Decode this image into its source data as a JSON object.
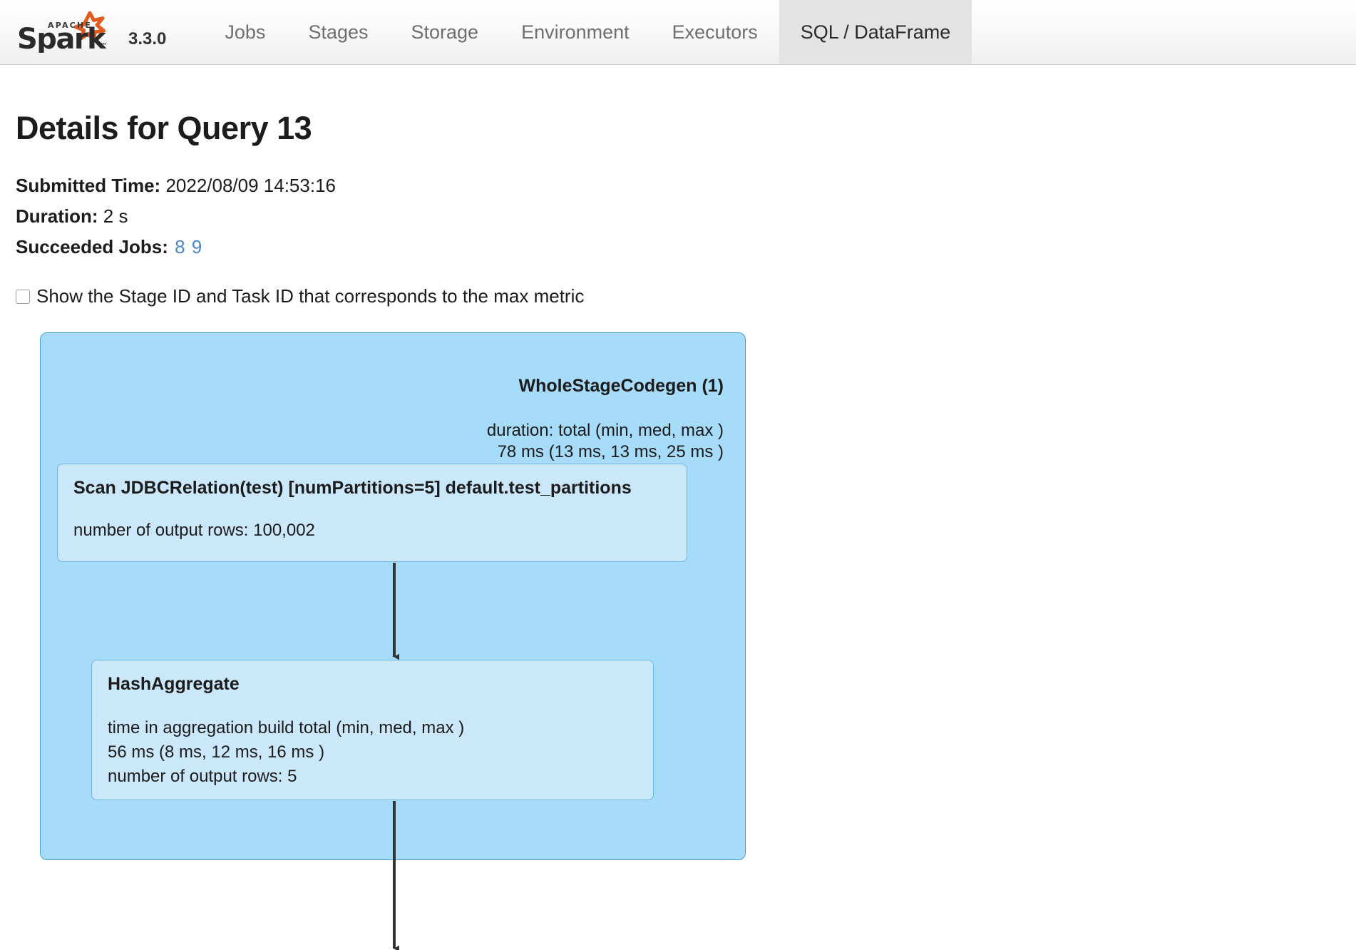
{
  "navbar": {
    "brand": {
      "logo_name": "apache-spark-logo",
      "logo_text_top": "APACHE",
      "logo_text_main": "Spark",
      "version": "3.3.0"
    },
    "tabs": [
      {
        "label": "Jobs",
        "active": false
      },
      {
        "label": "Stages",
        "active": false
      },
      {
        "label": "Storage",
        "active": false
      },
      {
        "label": "Environment",
        "active": false
      },
      {
        "label": "Executors",
        "active": false
      },
      {
        "label": "SQL / DataFrame",
        "active": true
      }
    ]
  },
  "page": {
    "title": "Details for Query 13",
    "submitted_label": "Submitted Time:",
    "submitted_value": "2022/08/09 14:53:16",
    "duration_label": "Duration:",
    "duration_value": "2 s",
    "jobs_label": "Succeeded Jobs:",
    "jobs": [
      "8",
      "9"
    ],
    "checkbox_label": "Show the Stage ID and Task ID that corresponds to the max metric",
    "checkbox_checked": false
  },
  "graph": {
    "container": {
      "label": "WholeStageCodegen (1)",
      "metrics": "duration: total (min, med, max )\n78 ms (13 ms, 13 ms, 25 ms )"
    },
    "nodes": [
      {
        "id": "scan",
        "title": "Scan JDBCRelation(test) [numPartitions=5] default.test_partitions",
        "metrics": "number of output rows: 100,002"
      },
      {
        "id": "hashaggregate",
        "title": "HashAggregate",
        "metrics": "time in aggregation build total (min, med, max )\n56 ms (8 ms, 12 ms, 16 ms )\nnumber of output rows: 5"
      }
    ],
    "edges": [
      {
        "from": "scan",
        "to": "hashaggregate"
      },
      {
        "from": "hashaggregate",
        "to": "below"
      }
    ]
  },
  "colors": {
    "accent_link": "#4a86c8",
    "container_fill": "#a6dbfa",
    "container_border": "#4a9fd8",
    "node_fill": "#cbe7fa",
    "node_border": "#6cb7e6",
    "active_tab_bg": "#e3e3e3",
    "spark_star": "#e25a1c"
  }
}
